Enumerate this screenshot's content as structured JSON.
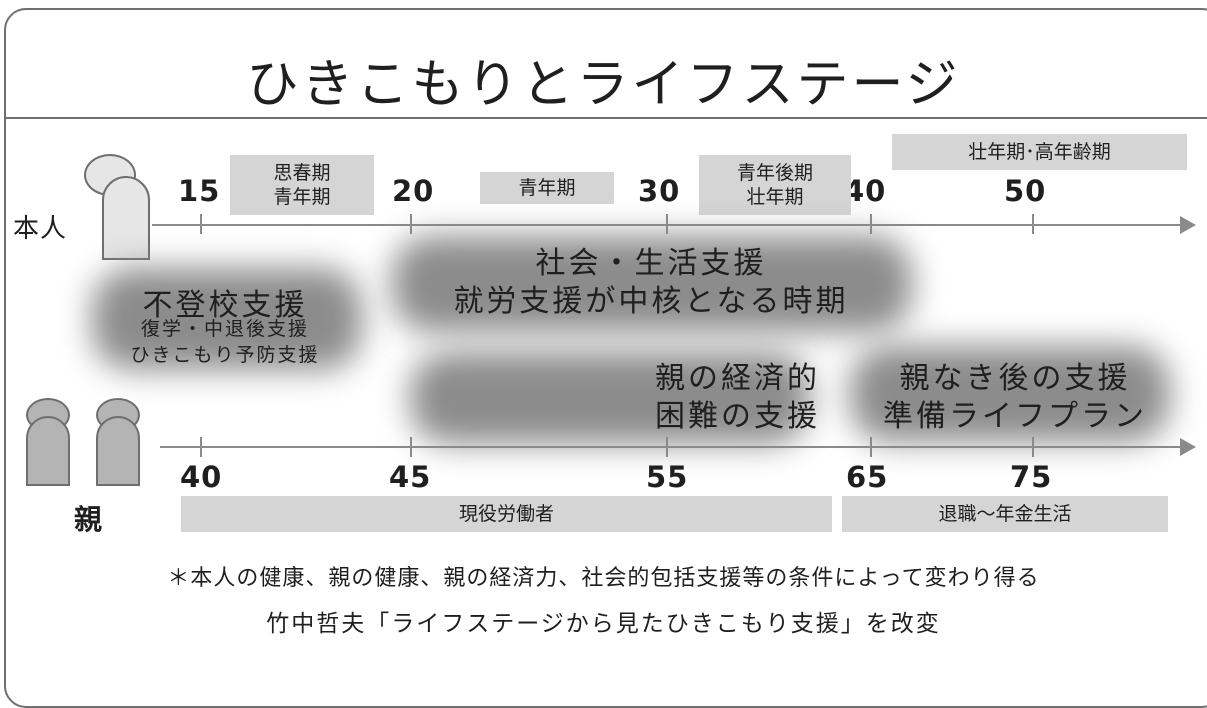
{
  "title": "ひきこもりとライフステージ",
  "person": {
    "label": "本人",
    "ages": [
      "15",
      "20",
      "30",
      "40",
      "50"
    ],
    "stages": {
      "shishunki": "思春期\n青年期",
      "seinenki": "青年期",
      "seinen_kouki": "青年後期\n壮年期",
      "sounenki": "壮年期･高年齢期"
    }
  },
  "parent": {
    "label": "親",
    "ages": [
      "40",
      "45",
      "55",
      "65",
      "75"
    ],
    "stages": {
      "working": "現役労働者",
      "retired": "退職～年金生活"
    }
  },
  "supports": {
    "school": {
      "main": "不登校支援",
      "sub": "復学・中退後支援\nひきこもり予防支援"
    },
    "social": "社会・生活支援\n就労支援が中核となる時期",
    "economic": "親の経済的\n困難の支援",
    "after_parents": "親なき後の支援\n準備ライフプラン"
  },
  "note": "＊本人の健康、親の健康、親の経済力、社会的包括支援等の条件によって変わり得る",
  "source": "竹中哲夫「ライフステージから見たひきこもり支援」を改変",
  "colors": {
    "frame": "#707070",
    "stage_box": "#d5d5d5",
    "blob": "#8c8c8c",
    "axis": "#8a8a8a"
  }
}
